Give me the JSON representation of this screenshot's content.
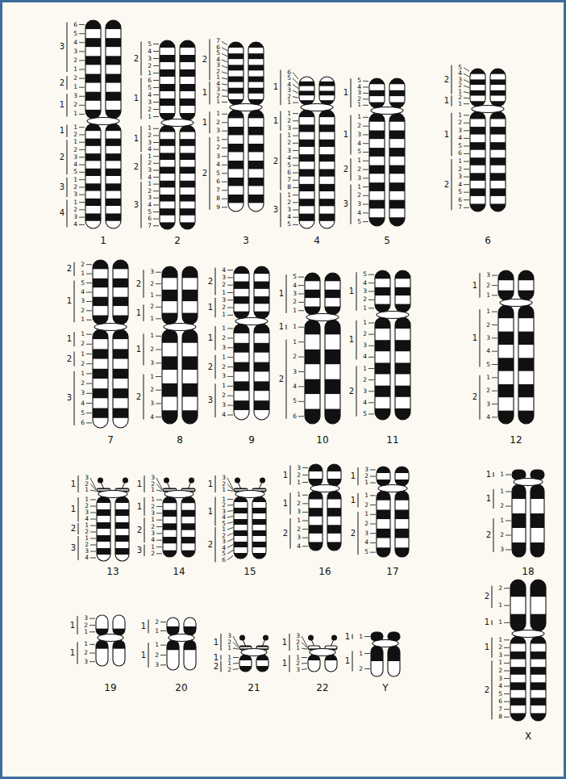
{
  "diagram": {
    "labels": [
      "3",
      "6",
      "5",
      "4",
      "3",
      "2",
      "1",
      "2",
      "2",
      "1",
      "1",
      "3",
      "2",
      "1",
      "1",
      "1",
      "2",
      "2",
      "1",
      "2",
      "3",
      "4",
      "5",
      "3",
      "1",
      "2",
      "3",
      "4",
      "1",
      "2",
      "3",
      "4",
      "1",
      "2",
      "5",
      "4",
      "3",
      "2",
      "1",
      "1",
      "6",
      "5",
      "4",
      "3",
      "2",
      "1",
      "1",
      "1",
      "2",
      "3",
      "4",
      "2",
      "1",
      "2",
      "3",
      "4",
      "3",
      "1",
      "2",
      "3",
      "4",
      "5",
      "6",
      "7",
      "2",
      "2",
      "7",
      "6",
      "5",
      "4",
      "3",
      "2",
      "1",
      "1",
      "4",
      "3",
      "2",
      "1",
      "1",
      "1",
      "2",
      "3",
      "2",
      "1",
      "2",
      "3",
      "4",
      "5",
      "6",
      "7",
      "8",
      "9",
      "3",
      "1",
      "6",
      "5",
      "4",
      "3",
      "2",
      "1",
      "1",
      "1",
      "2",
      "3",
      "2",
      "1",
      "2",
      "3",
      "4",
      "5",
      "6",
      "7",
      "8",
      "3",
      "1",
      "2",
      "3",
      "4",
      "5",
      "4",
      "1",
      "5",
      "4",
      "3",
      "2",
      "1",
      "1",
      "1",
      "2",
      "3",
      "4",
      "5",
      "2",
      "1",
      "2",
      "3",
      "3",
      "1",
      "2",
      "3",
      "4",
      "5",
      "5",
      "2",
      "5",
      "4",
      "3",
      "2",
      "1",
      "1",
      "2",
      "1",
      "1",
      "1",
      "2",
      "3",
      "4",
      "5",
      "6",
      "2",
      "1",
      "2",
      "3",
      "4",
      "5",
      "6",
      "7",
      "6",
      "2",
      "2",
      "1",
      "1",
      "5",
      "4",
      "3",
      "2",
      "1",
      "1",
      "1",
      "2",
      "2",
      "1",
      "2",
      "3",
      "1",
      "2",
      "3",
      "4",
      "5",
      "6",
      "7",
      "2",
      "3",
      "2",
      "1",
      "1",
      "2",
      "1",
      "1",
      "1",
      "2",
      "3",
      "2",
      "1",
      "2",
      "3",
      "4",
      "8",
      "2",
      "4",
      "3",
      "2",
      "1",
      "1",
      "3",
      "2",
      "1",
      "1",
      "1",
      "2",
      "3",
      "2",
      "1",
      "2",
      "3",
      "3",
      "1",
      "2",
      "3",
      "4",
      "9",
      "1",
      "5",
      "4",
      "3",
      "2",
      "1",
      "1",
      "1",
      "2",
      "1",
      "2",
      "3",
      "4",
      "5",
      "6",
      "10",
      "1",
      "5",
      "4",
      "3",
      "2",
      "1",
      "1",
      "1",
      "2",
      "3",
      "4",
      "2",
      "1",
      "2",
      "3",
      "4",
      "5",
      "11",
      "1",
      "3",
      "2",
      "1",
      "1",
      "1",
      "2",
      "3",
      "4",
      "5",
      "2",
      "1",
      "2",
      "3",
      "4",
      "12",
      "1",
      "3",
      "2",
      "1",
      "1",
      "1",
      "2",
      "3",
      "4",
      "2",
      "1",
      "2",
      "3",
      "1",
      "2",
      "3",
      "4",
      "13",
      "1",
      "3",
      "2",
      "1",
      "1",
      "1",
      "2",
      "3",
      "2",
      "1",
      "2",
      "3",
      "4",
      "3",
      "1",
      "2",
      "14",
      "1",
      "3",
      "2",
      "1",
      "1",
      "1",
      "2",
      "3",
      "4",
      "5",
      "2",
      "1",
      "2",
      "3",
      "4",
      "5",
      "6",
      "15",
      "1",
      "3",
      "2",
      "1",
      "1",
      "1",
      "2",
      "3",
      "2",
      "1",
      "2",
      "3",
      "4",
      "16",
      "1",
      "3",
      "2",
      "1",
      "1",
      "1",
      "2",
      "2",
      "1",
      "2",
      "3",
      "4",
      "5",
      "17",
      "1",
      "1",
      "1",
      "1",
      "2",
      "2",
      "1",
      "2",
      "3",
      "18",
      "1",
      "3",
      "2",
      "1",
      "1",
      "1",
      "2",
      "3",
      "19",
      "1",
      "2",
      "1",
      "1",
      "1",
      "2",
      "3",
      "20",
      "1",
      "3",
      "2",
      "1",
      "1",
      "1",
      "2",
      "1",
      "2",
      "21",
      "1",
      "3",
      "2",
      "1",
      "1",
      "1",
      "2",
      "3",
      "22",
      "1",
      "1",
      "1",
      "1",
      "2",
      "Y",
      "2",
      "2",
      "1",
      "1",
      "1",
      "1",
      "1",
      "2",
      "3",
      "2",
      "1",
      "2",
      "3",
      "4",
      "5",
      "6",
      "7",
      "8",
      "X"
    ]
  }
}
